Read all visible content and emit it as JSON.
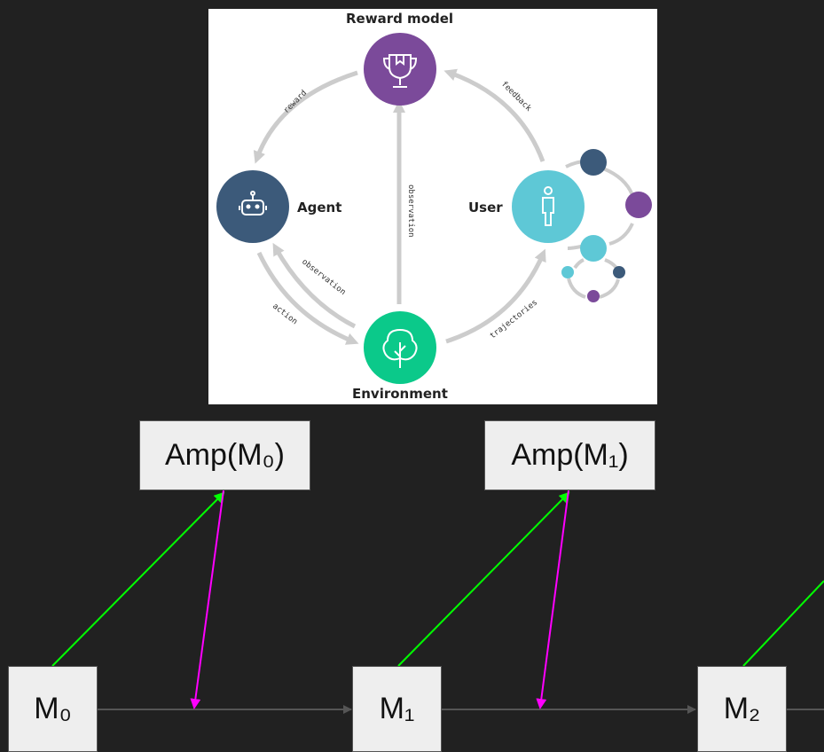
{
  "rlhf_panel": {
    "reward_model_label": "Reward model",
    "agent_label": "Agent",
    "user_label": "User",
    "environment_label": "Environment",
    "edge_labels": {
      "reward": "reward",
      "feedback": "feedback",
      "observation_up": "observation",
      "observation_back": "observation",
      "action": "action",
      "trajectories": "trajectories"
    },
    "colors": {
      "reward_model": "#7b4a9a",
      "agent": "#3c5a7a",
      "user": "#5ec8d6",
      "environment": "#0bc98a",
      "arrow": "#cccccc"
    },
    "icons": {
      "reward_model": "trophy-icon",
      "agent": "robot-icon",
      "user": "person-icon",
      "environment": "tree-icon"
    }
  },
  "flow": {
    "amp_boxes": [
      "Amp(M₀)",
      "Amp(M₁)"
    ],
    "model_boxes": [
      "M₀",
      "M₁",
      "M₂"
    ],
    "colors": {
      "up_arrow": "#00ff00",
      "down_arrow": "#ff00ff",
      "chain_arrow": "#555555",
      "box_fill": "#eeeeee"
    }
  }
}
